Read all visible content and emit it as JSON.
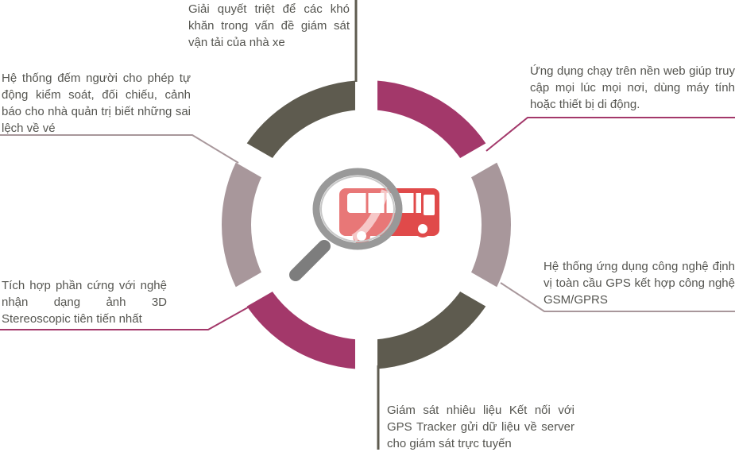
{
  "colors": {
    "dark": "#5e5b4f",
    "magenta": "#a3386a",
    "mauve": "#a8979b",
    "bus": "#e04a4a"
  },
  "features": [
    {
      "id": "top",
      "text": "Giải quyết triệt để các khó khăn trong vấn đề giám sát vận tải của nhà xe"
    },
    {
      "id": "top-right",
      "text": "Ứng dụng chạy trên nền web giúp truy cập mọi lúc mọi nơi, dùng máy tính hoặc thiết bị di động."
    },
    {
      "id": "right",
      "text": "Hệ thống ứng dụng công nghệ định vị toàn cầu GPS kết hợp công nghệ GSM/GPRS"
    },
    {
      "id": "bottom",
      "text": "Giám sát nhiêu liệu Kết nối với GPS Tracker gửi dữ liệu về server cho giám sát trực tuyến"
    },
    {
      "id": "bottom-left",
      "text": "Tích hợp phần cứng với nghệ nhận dạng ảnh 3D Stereoscopic tiên tiến nhất"
    },
    {
      "id": "top-left",
      "text": "Hệ thống đếm người cho phép tự động kiểm soát, đối chiếu, cảnh báo cho nhà quản trị biết những sai lệch về vé"
    }
  ]
}
